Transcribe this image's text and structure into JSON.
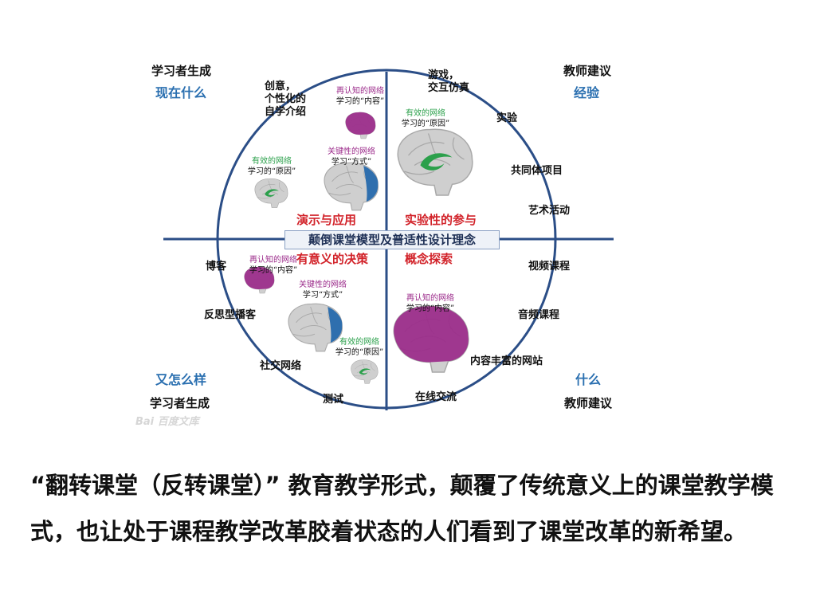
{
  "quadrants": {
    "top_left": {
      "subtitle": "学习者生成",
      "title": "现在什么"
    },
    "top_right": {
      "subtitle": "教师建议",
      "title": "经验"
    },
    "bottom_left": {
      "title": "又怎么样",
      "subtitle": "学习者生成"
    },
    "bottom_right": {
      "title": "什么",
      "subtitle": "教师建议"
    }
  },
  "center_banner": "颠倒课堂模型及普适性设计理念",
  "center_labels": {
    "tl": "演示与应用",
    "tr": "实验性的参与",
    "bl": "有意义的决策",
    "br": "概念探索"
  },
  "circle_labels": {
    "top_left": "创意，\n个性化的\n自学介绍",
    "top_right": [
      "游戏，\n交互仿真",
      "实验",
      "共同体项目",
      "艺术活动"
    ],
    "bottom_right": [
      "视频课程",
      "音频课程",
      "内容丰富的网站",
      "在线交流"
    ],
    "bottom_left": [
      "博客",
      "反思型播客",
      "社交网络",
      "测试"
    ]
  },
  "brains": {
    "b1": {
      "title": "再认知的网络",
      "sub": "学习的“内容”"
    },
    "b2": {
      "title": "关键性的网络",
      "sub": "学习“方式”"
    },
    "b3": {
      "title": "有效的网络",
      "sub": "学习的“原因”"
    },
    "b4": {
      "title": "有效的网络",
      "sub": "学习的“原因”"
    },
    "b5": {
      "title": "再认知的网络",
      "sub": "学习的“内容”"
    },
    "b6": {
      "title": "关键性的网络",
      "sub": "学习“方式”"
    },
    "b7": {
      "title": "再认知的网络",
      "sub": "学习的“内容”"
    },
    "b8": {
      "title": "有效的网络",
      "sub": "学习的“原因”"
    }
  },
  "watermark": "Bai 百度文库",
  "body_text": "“翻转课堂（反转课堂）” 教育教学形式，颠覆了传统意义上的课堂教学模式，也让处于课程教学改革胶着状态的人们看到了课堂改革的新希望。",
  "colors": {
    "axis": "#2b4e87",
    "quadrant_title": "#2a6fb0",
    "center_red": "#d2232a",
    "purple": "#9b2a8a",
    "green": "#2ba04b",
    "blue": "#2f6fae",
    "brain_gray": "#cccccc"
  }
}
